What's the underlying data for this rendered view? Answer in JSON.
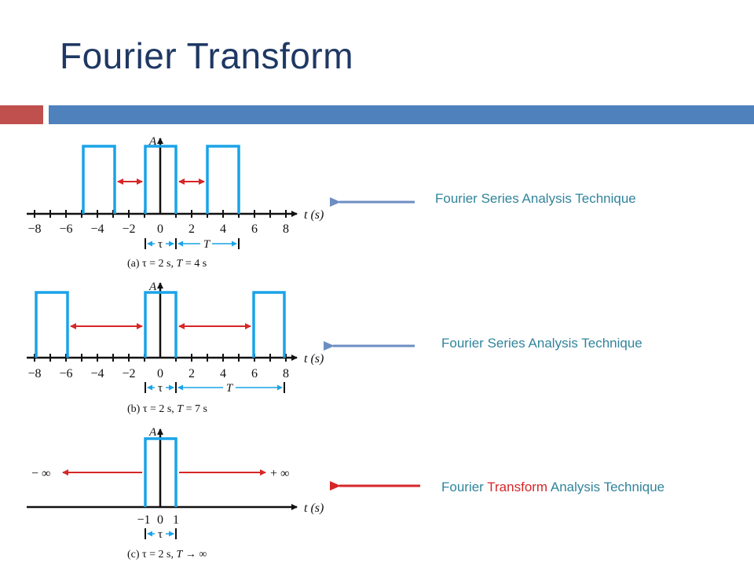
{
  "slide": {
    "title": "Fourier Transform"
  },
  "panels": [
    {
      "caption_prefix": "(a) τ = 2 s,",
      "caption_T": "T",
      "caption_suffix": "= 4 s",
      "ticks": [
        "−8",
        "−6",
        "−4",
        "−2",
        "0",
        "2",
        "4",
        "6",
        "8"
      ],
      "axis_label": "t (s)",
      "amp_label": "A",
      "tau_label": "τ",
      "T_label": "T"
    },
    {
      "caption_prefix": "(b) τ = 2 s,",
      "caption_T": "T",
      "caption_suffix": "= 7 s",
      "ticks": [
        "−8",
        "−6",
        "−4",
        "−2",
        "0",
        "2",
        "4",
        "6",
        "8"
      ],
      "axis_label": "t (s)",
      "amp_label": "A",
      "tau_label": "τ",
      "T_label": "T"
    },
    {
      "caption_prefix": "(c) τ = 2 s,",
      "caption_T": "T",
      "caption_suffix": "→ ∞",
      "ticks": [
        "−1",
        "0",
        "1"
      ],
      "axis_label": "t (s)",
      "amp_label": "A",
      "tau_label": "τ",
      "neg_inf": "− ∞",
      "pos_inf": "+ ∞"
    }
  ],
  "labels": {
    "a": "Fourier Series Analysis Technique",
    "b": "Fourier Series Analysis Technique",
    "c_before": "Fourier ",
    "c_highlight": "Transform",
    "c_after": " Analysis Technique"
  },
  "colors": {
    "title": "#1f3864",
    "pulse": "#1aa3e8",
    "arrow_red": "#d62728",
    "arrow_blue": "#6d8ec3",
    "label": "#31849b",
    "bar_red": "#c0504d",
    "bar_blue": "#4f81bd"
  }
}
